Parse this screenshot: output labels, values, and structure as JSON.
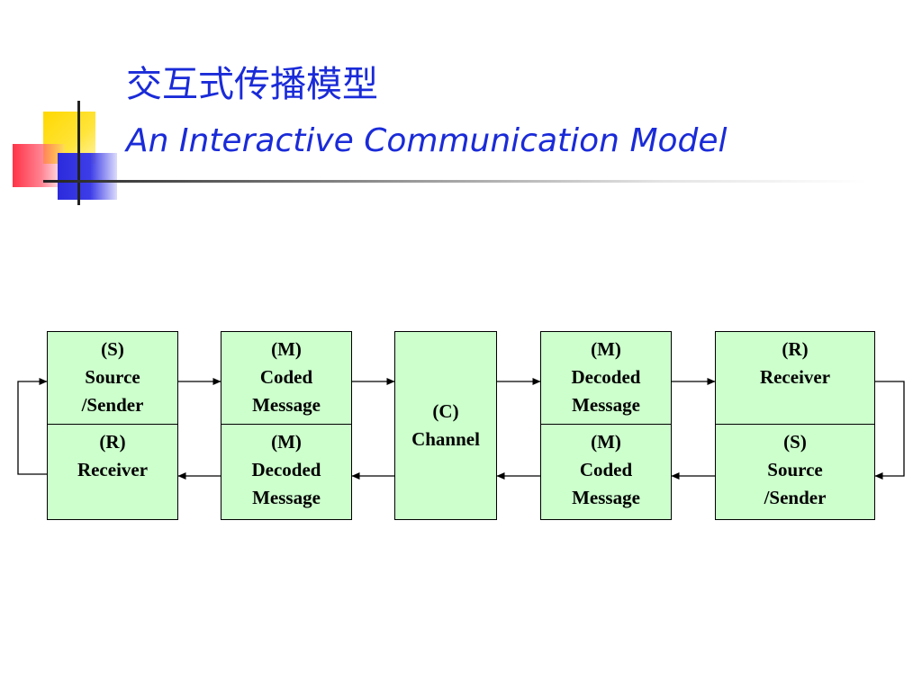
{
  "slide": {
    "title_cn": "交互式传播模型",
    "title_en": "An Interactive Communication Model"
  },
  "colors": {
    "title": "#1a2bd8",
    "box_fill": "#ccffcc",
    "box_border": "#000000"
  },
  "diagram": {
    "top_row": [
      {
        "tag": "(S)",
        "lines": [
          "Source",
          "/Sender"
        ]
      },
      {
        "tag": "(M)",
        "lines": [
          "Coded",
          "Message"
        ]
      },
      {
        "tag": "(M)",
        "lines": [
          "Decoded",
          "Message"
        ]
      },
      {
        "tag": "(R)",
        "lines": [
          "Receiver"
        ]
      }
    ],
    "bottom_row": [
      {
        "tag": "(R)",
        "lines": [
          "Receiver"
        ]
      },
      {
        "tag": "(M)",
        "lines": [
          "Decoded",
          "Message"
        ]
      },
      {
        "tag": "(M)",
        "lines": [
          "Coded",
          "Message"
        ]
      },
      {
        "tag": "(S)",
        "lines": [
          "Source",
          "/Sender"
        ]
      }
    ],
    "channel": {
      "tag": "(C)",
      "label": "Channel"
    }
  }
}
